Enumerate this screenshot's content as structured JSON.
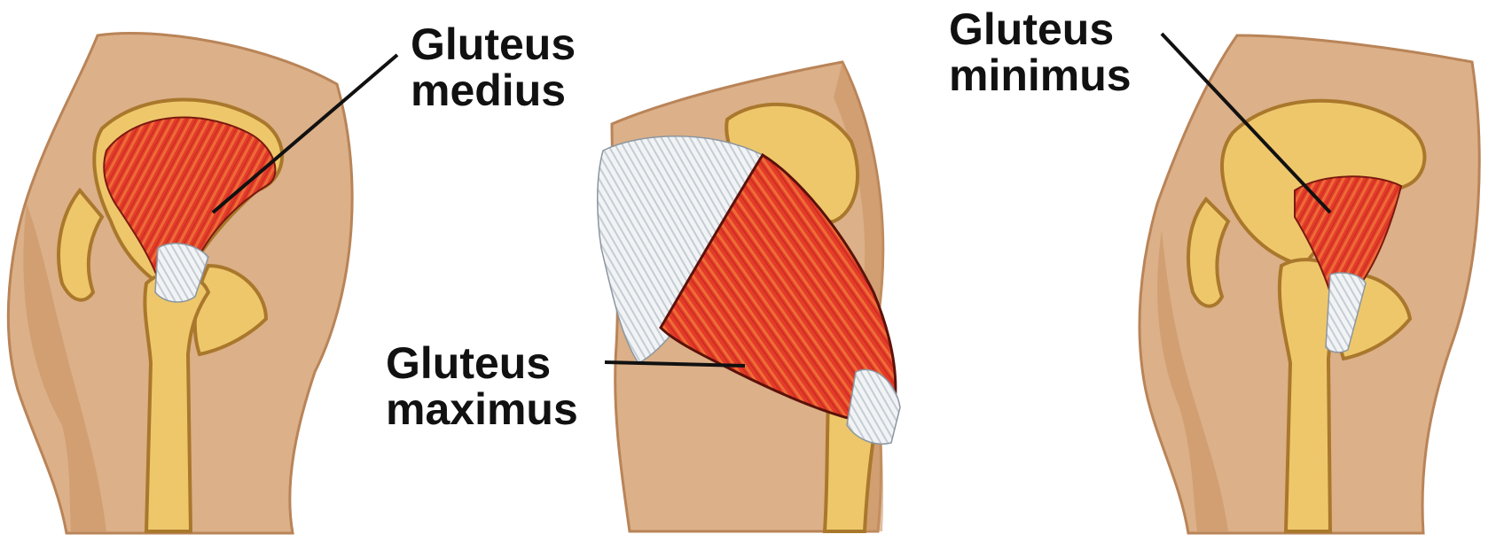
{
  "labels": {
    "medius": {
      "line1": "Gluteus",
      "line2": "medius"
    },
    "maximus": {
      "line1": "Gluteus",
      "line2": "maximus"
    },
    "minimus": {
      "line1": "Gluteus",
      "line2": "minimus"
    }
  },
  "colors": {
    "background": "#ffffff",
    "skin": "#dcb088",
    "skin_shadow": "#b98458",
    "bone": "#efc76b",
    "bone_dark": "#a9782c",
    "muscle": "#e43b2a",
    "muscle_light": "#f07a3a",
    "tendon": "#eef0f2",
    "line": "#111111"
  }
}
